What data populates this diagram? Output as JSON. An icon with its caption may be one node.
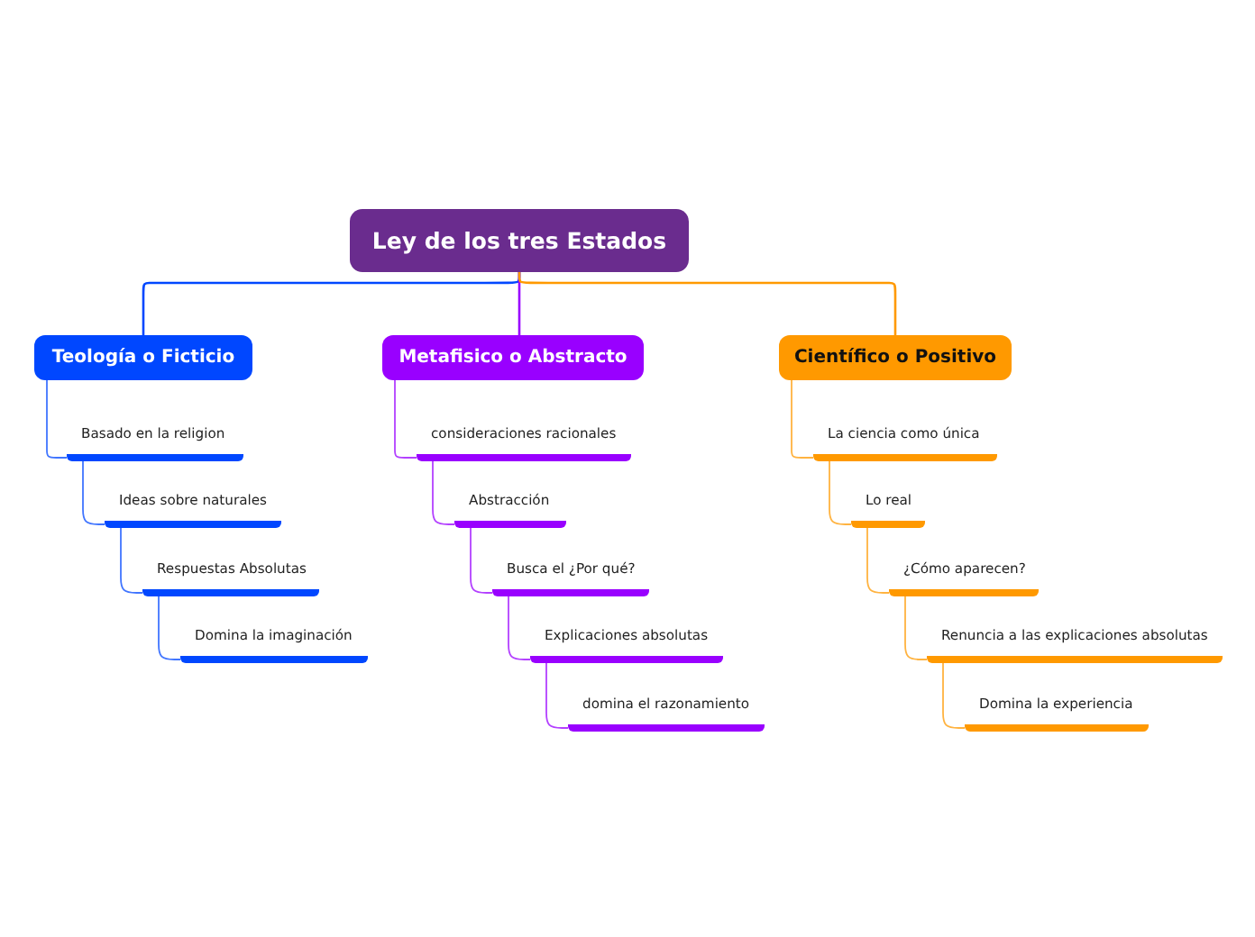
{
  "diagram": {
    "nodes": [
      {
        "text": [
          "Ley de los tres Estados"
        ]
      },
      {
        "text": [
          "Teología o Ficticio"
        ]
      },
      {
        "text": [
          "Metafisico o Abstracto"
        ]
      },
      {
        "text": [
          "Científico o Positivo"
        ]
      },
      {
        "text": [
          "Basado en la religion"
        ]
      },
      {
        "text": [
          "Ideas sobre naturales"
        ]
      },
      {
        "text": [
          "Respuestas Absolutas"
        ]
      },
      {
        "text": [
          "Domina la imaginación"
        ]
      },
      {
        "text": [
          "consideraciones racionales"
        ]
      },
      {
        "text": [
          "Abstracción"
        ]
      },
      {
        "text": [
          "Busca el ¿Por qué?"
        ]
      },
      {
        "text": [
          "Explicaciones absolutas"
        ]
      },
      {
        "text": [
          "domina el razonamiento"
        ]
      },
      {
        "text": [
          "La ciencia como única"
        ]
      },
      {
        "text": [
          "Lo real"
        ]
      },
      {
        "text": [
          "¿Cómo aparecen?"
        ]
      },
      {
        "text": [
          "Renuncia a las explicaciones absolutas"
        ]
      },
      {
        "text": [
          "Domina la experiencia"
        ]
      }
    ],
    "edges": [
      {
        "from": 0,
        "to": 1,
        "arrow": "none",
        "color": "#0047ff"
      },
      {
        "from": 0,
        "to": 2,
        "arrow": "none",
        "color": "#9900ff"
      },
      {
        "from": 0,
        "to": 3,
        "arrow": "none",
        "color": "#ff9900"
      },
      {
        "from": 1,
        "to": 4,
        "arrow": "none",
        "color": "#0047ff"
      },
      {
        "from": 4,
        "to": 5,
        "arrow": "none",
        "color": "#0047ff"
      },
      {
        "from": 5,
        "to": 6,
        "arrow": "none",
        "color": "#0047ff"
      },
      {
        "from": 6,
        "to": 7,
        "arrow": "none",
        "color": "#0047ff"
      },
      {
        "from": 2,
        "to": 8,
        "arrow": "none",
        "color": "#9900ff"
      },
      {
        "from": 8,
        "to": 9,
        "arrow": "none",
        "color": "#9900ff"
      },
      {
        "from": 9,
        "to": 10,
        "arrow": "none",
        "color": "#9900ff"
      },
      {
        "from": 10,
        "to": 11,
        "arrow": "none",
        "color": "#9900ff"
      },
      {
        "from": 11,
        "to": 12,
        "arrow": "none",
        "color": "#9900ff"
      },
      {
        "from": 3,
        "to": 13,
        "arrow": "none",
        "color": "#ff9900"
      },
      {
        "from": 13,
        "to": 14,
        "arrow": "none",
        "color": "#ff9900"
      },
      {
        "from": 14,
        "to": 15,
        "arrow": "none",
        "color": "#ff9900"
      },
      {
        "from": 15,
        "to": 16,
        "arrow": "none",
        "color": "#ff9900"
      },
      {
        "from": 16,
        "to": 17,
        "arrow": "none",
        "color": "#ff9900"
      }
    ]
  }
}
